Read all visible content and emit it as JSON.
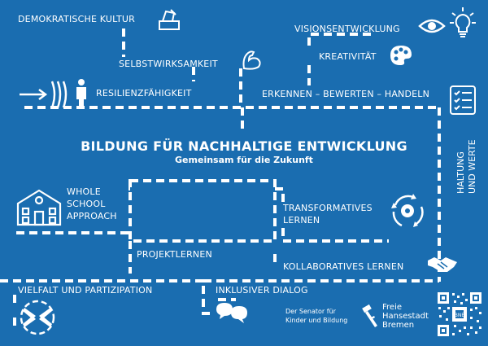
{
  "colors": {
    "background": "#1a6db0",
    "foreground": "#ffffff"
  },
  "title": "BILDUNG FÜR NACHHALTIGE ENTWICKLUNG",
  "subtitle": "Gemeinsam für die Zukunft",
  "labels": {
    "demokratische_kultur": "DEMOKRATISCHE KULTUR",
    "visionsentwicklung": "VISIONSENTWICKLUNG",
    "selbstwirksamkeit": "SELBSTWIRKSAMKEIT",
    "kreativitaet": "KREATIVITÄT",
    "resilienzfaehigkeit": "RESILIENZFÄHIGKEIT",
    "erkennen_bewerten_handeln": "ERKENNEN – BEWERTEN – HANDELN",
    "haltung_und_werte": {
      "line1": "HALTUNG",
      "line2": "UND WERTE"
    },
    "whole_school_approach": {
      "line1": "WHOLE",
      "line2": "SCHOOL",
      "line3": "APPROACH"
    },
    "transformatives_lernen": {
      "line1": "TRANSFORMATIVES",
      "line2": "LERNEN"
    },
    "projektlernen": "PROJEKTLERNEN",
    "kollaboratives_lernen": "KOLLABORATIVES LERNEN",
    "vielfalt_und_partizipation": "VIELFALT UND PARTIZIPATION",
    "inklusiver_dialog": "INKLUSIVER DIALOG"
  },
  "footer": {
    "senator": {
      "line1": "Der Senator für",
      "line2": "Kinder und Bildung"
    },
    "bremen": {
      "line1": "Freie",
      "line2": "Hansestadt",
      "line3": "Bremen"
    }
  },
  "icons": {
    "ballot": "ballot-box-icon",
    "eye": "eye-icon",
    "lightbulb": "lightbulb-icon",
    "muscle": "flexed-arm-icon",
    "palette": "palette-icon",
    "arrow_person": "arrow-person-resilience-icon",
    "checklist": "checklist-icon",
    "school": "school-building-icon",
    "cycle_gear": "cycle-gear-icon",
    "handshake": "handshake-icon",
    "hands_circle": "hands-circle-icon",
    "speech": "speech-bubbles-icon",
    "qr": "qr-code-icon"
  }
}
